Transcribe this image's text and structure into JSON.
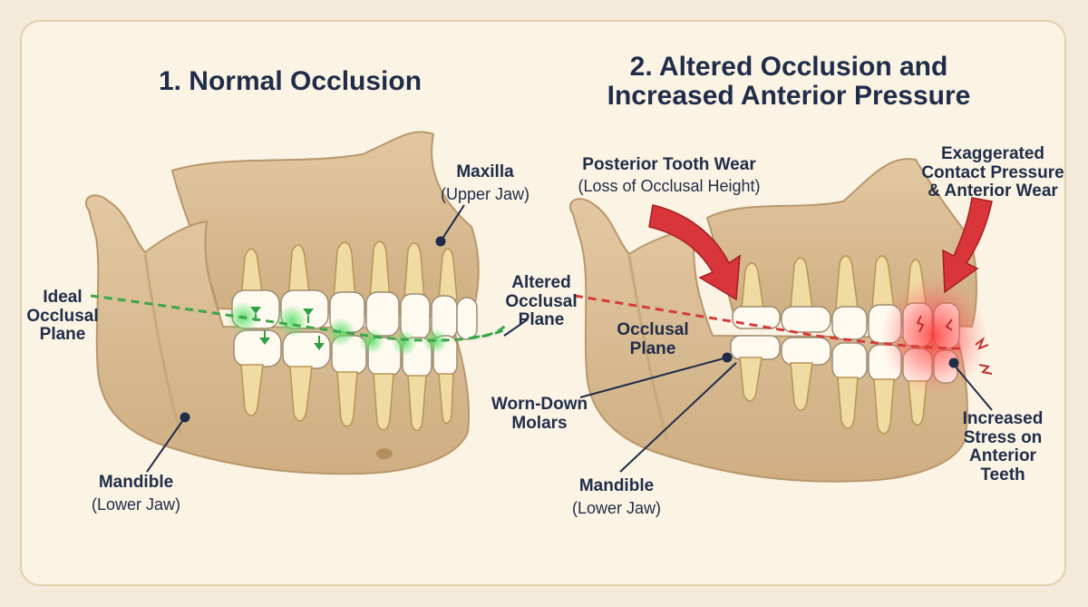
{
  "panels": [
    {
      "title": "1. Normal Occlusion",
      "labels": {
        "maxilla": {
          "name": "Maxilla",
          "sub": "(Upper Jaw)"
        },
        "plane": {
          "line1": "Ideal",
          "line2": "Occlusal",
          "line3": "Plane"
        },
        "mandible": {
          "name": "Mandible",
          "sub": "(Lower Jaw)"
        }
      }
    },
    {
      "title_line1": "2. Altered Occlusion and",
      "title_line2": "Increased Anterior Pressure",
      "labels": {
        "posterior_wear": {
          "name": "Posterior Tooth Wear",
          "sub": "(Loss of Occlusal Height)"
        },
        "contact_pressure": {
          "line1": "Exaggerated",
          "line2": "Contact Pressure",
          "line3": "& Anterior Wear"
        },
        "altered_plane": {
          "line1": "Altered",
          "line2": "Occlusal",
          "line3": "Plane"
        },
        "occlusal_plane": {
          "line1": "Occlusal",
          "line2": "Plane"
        },
        "worn_molars": {
          "line1": "Worn-Down",
          "line2": "Molars"
        },
        "mandible": {
          "name": "Mandible",
          "sub": "(Lower Jaw)"
        },
        "stress": {
          "line1": "Increased",
          "line2": "Stress on",
          "line3": "Anterior",
          "line4": "Teeth"
        }
      }
    }
  ],
  "colors": {
    "background": "#f3ead9",
    "bone": "#dcc099",
    "bone_shadow": "#c6a57a",
    "tooth": "#fffaf0",
    "root": "#f0dba3",
    "ideal_plane": "#3ca64b",
    "altered_plane": "#d63a3a",
    "arrow": "#d8363a",
    "label_text": "#1f2d4a"
  },
  "icons": [
    "force-arrow-icon",
    "pressure-glow-icon",
    "stress-crack-icon",
    "contact-arrow-icon"
  ]
}
